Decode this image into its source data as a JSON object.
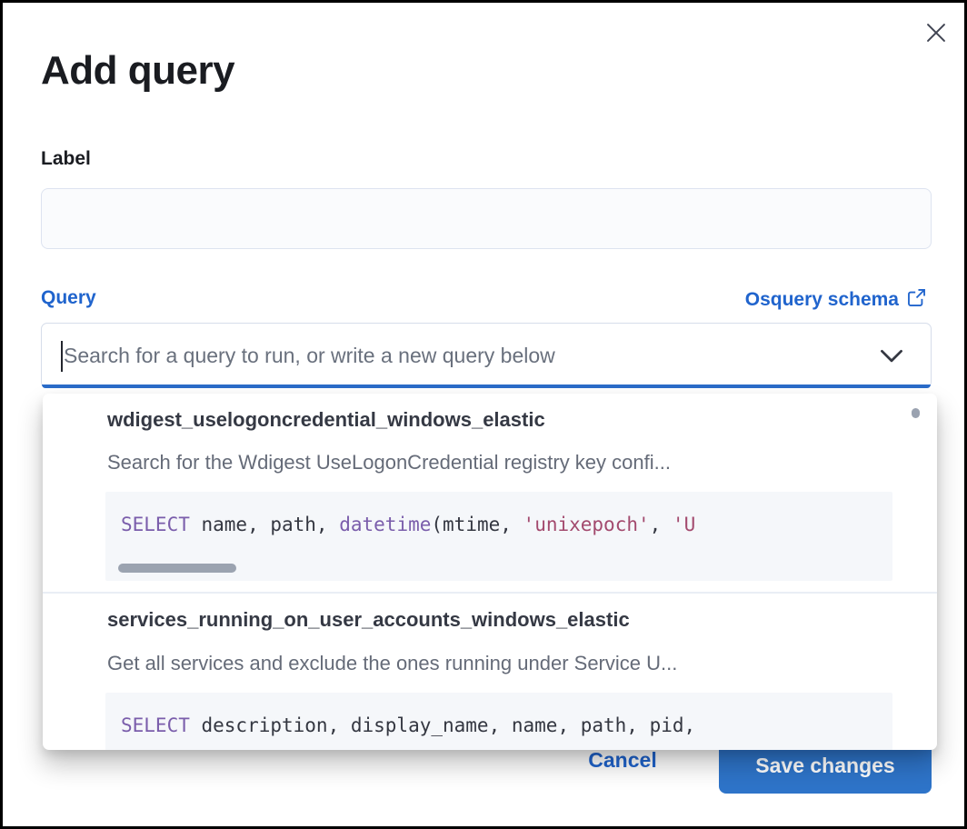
{
  "modal": {
    "title": "Add query"
  },
  "form": {
    "label_field": {
      "label": "Label",
      "value": ""
    },
    "query_field": {
      "label": "Query",
      "schema_link_label": "Osquery schema",
      "combobox_placeholder": "Search for a query to run, or write a new query below"
    }
  },
  "dropdown": {
    "options": [
      {
        "title": "wdigest_uselogoncredential_windows_elastic",
        "description": "Search for the Wdigest UseLogonCredential registry key confi...",
        "code": [
          {
            "type": "keyword",
            "text": "SELECT"
          },
          {
            "type": "plain",
            "text": " name, path, "
          },
          {
            "type": "keyword",
            "text": "datetime"
          },
          {
            "type": "plain",
            "text": "(mtime, "
          },
          {
            "type": "string",
            "text": "'unixepoch'"
          },
          {
            "type": "plain",
            "text": ", "
          },
          {
            "type": "string",
            "text": "'U"
          }
        ]
      },
      {
        "title": "services_running_on_user_accounts_windows_elastic",
        "description": "Get all services and exclude the ones running under Service U...",
        "code": [
          {
            "type": "keyword",
            "text": "SELECT"
          },
          {
            "type": "plain",
            "text": " description, display_name, name, path, pid,"
          }
        ]
      }
    ]
  },
  "footer": {
    "cancel_label": "Cancel",
    "save_label": "Save changes"
  },
  "colors": {
    "primary_blue": "#2064cd",
    "save_button_blue": "#2e74c9",
    "combobox_focus_underline": "#2b6cc9",
    "code_keyword": "#7a5dab",
    "code_string": "#a34a6e",
    "code_background": "#f5f7fa",
    "title_text": "#1a1c21",
    "muted_text": "#656b78"
  }
}
